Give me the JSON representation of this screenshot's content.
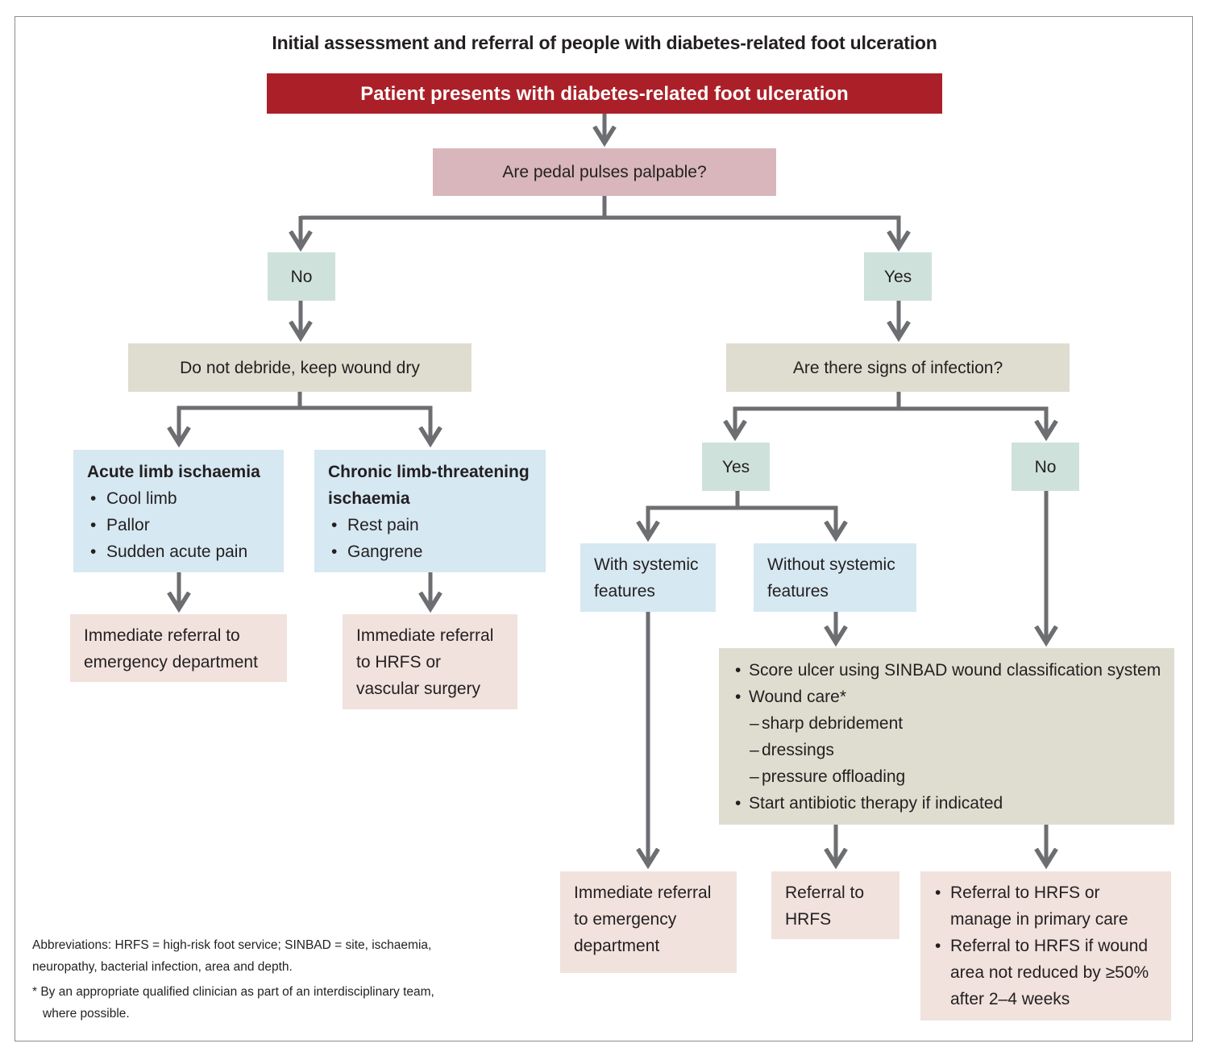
{
  "title": "Initial assessment and referral of people with diabetes-related foot ulceration",
  "start": "Patient presents with diabetes-related foot ulceration",
  "q_pulses": "Are pedal pulses palpable?",
  "pulses_no": "No",
  "pulses_yes": "Yes",
  "no_action": "Do not debride, keep wound dry",
  "acute": {
    "heading": "Acute limb ischaemia",
    "items": [
      "Cool limb",
      "Pallor",
      "Sudden acute pain"
    ]
  },
  "chronic": {
    "heading_line1": "Chronic limb-threatening",
    "heading_line2": "ischaemia",
    "items": [
      "Rest pain",
      "Gangrene"
    ]
  },
  "acute_referral": [
    "Immediate referral to",
    "emergency department"
  ],
  "chronic_referral": [
    "Immediate referral",
    "to HRFS or",
    "vascular surgery"
  ],
  "q_infection": "Are there signs of infection?",
  "infection_yes": "Yes",
  "infection_no": "No",
  "with_systemic": [
    "With systemic",
    "features"
  ],
  "without_systemic": [
    "Without systemic",
    "features"
  ],
  "care": {
    "items": [
      "Score ulcer using SINBAD wound classification system",
      "Wound care*"
    ],
    "subitems": [
      "sharp debridement",
      "dressings",
      "pressure offloading"
    ],
    "last": "Start antibiotic therapy if indicated"
  },
  "systemic_referral": [
    "Immediate referral",
    "to emergency",
    "department"
  ],
  "hrfs_referral": [
    "Referral to",
    "HRFS"
  ],
  "no_infection_outcome": {
    "item1": [
      "Referral to HRFS or",
      "manage in primary care"
    ],
    "item2": [
      "Referral to HRFS if wound",
      "area not reduced by ≥50%",
      "after 2–4 weeks"
    ]
  },
  "footnotes": {
    "abbrev1": "Abbreviations: HRFS = high-risk foot service; SINBAD = site, ischaemia,",
    "abbrev2": "neuropathy, bacterial infection, area and depth.",
    "star1": "* By an appropriate qualified clinician as part of an interdisciplinary team,",
    "star2": "where possible."
  },
  "colors": {
    "red": "#ab2028",
    "pink": "#d8b6bb",
    "green": "#cfe1db",
    "beige": "#dfddd0",
    "blue": "#d6e8f2",
    "peach": "#f1e2dd",
    "arrow": "#6d6e71"
  }
}
